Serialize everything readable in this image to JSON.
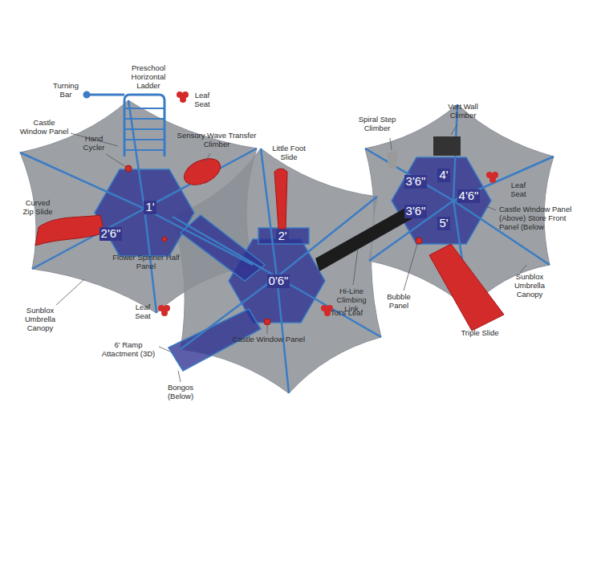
{
  "diagram": {
    "labels": [
      "Turning Bar",
      "Preschool Horizontal Ladder",
      "Leaf Seat",
      "Castle Window Panel",
      "Hand Cycler",
      "Sensory Wave Transfer Climber",
      "Little Foot Slide",
      "Spiral Step Climber",
      "Vert Wall Climber",
      "Curved Zip Slide",
      "1'",
      "2'6\"",
      "2'",
      "0'6\"",
      "3'6\"",
      "4'",
      "4'6\"",
      "3'6\"",
      "5'",
      "Leaf Seat",
      "Castle Window Panel (Above) Store Front Panel (Below",
      "Flower Spinner Half Panel",
      "Hi-Line Climbing Link",
      "Bubble Panel",
      "Sunblox Umbrella Canopy",
      "Sunblox Umbrella Canopy",
      "Leaf Seat",
      "Tot's Leaf",
      "6' Ramp Attactment (3D)",
      "Castle Window Panel",
      "Bongos (Below)",
      "Triple Slide"
    ]
  }
}
